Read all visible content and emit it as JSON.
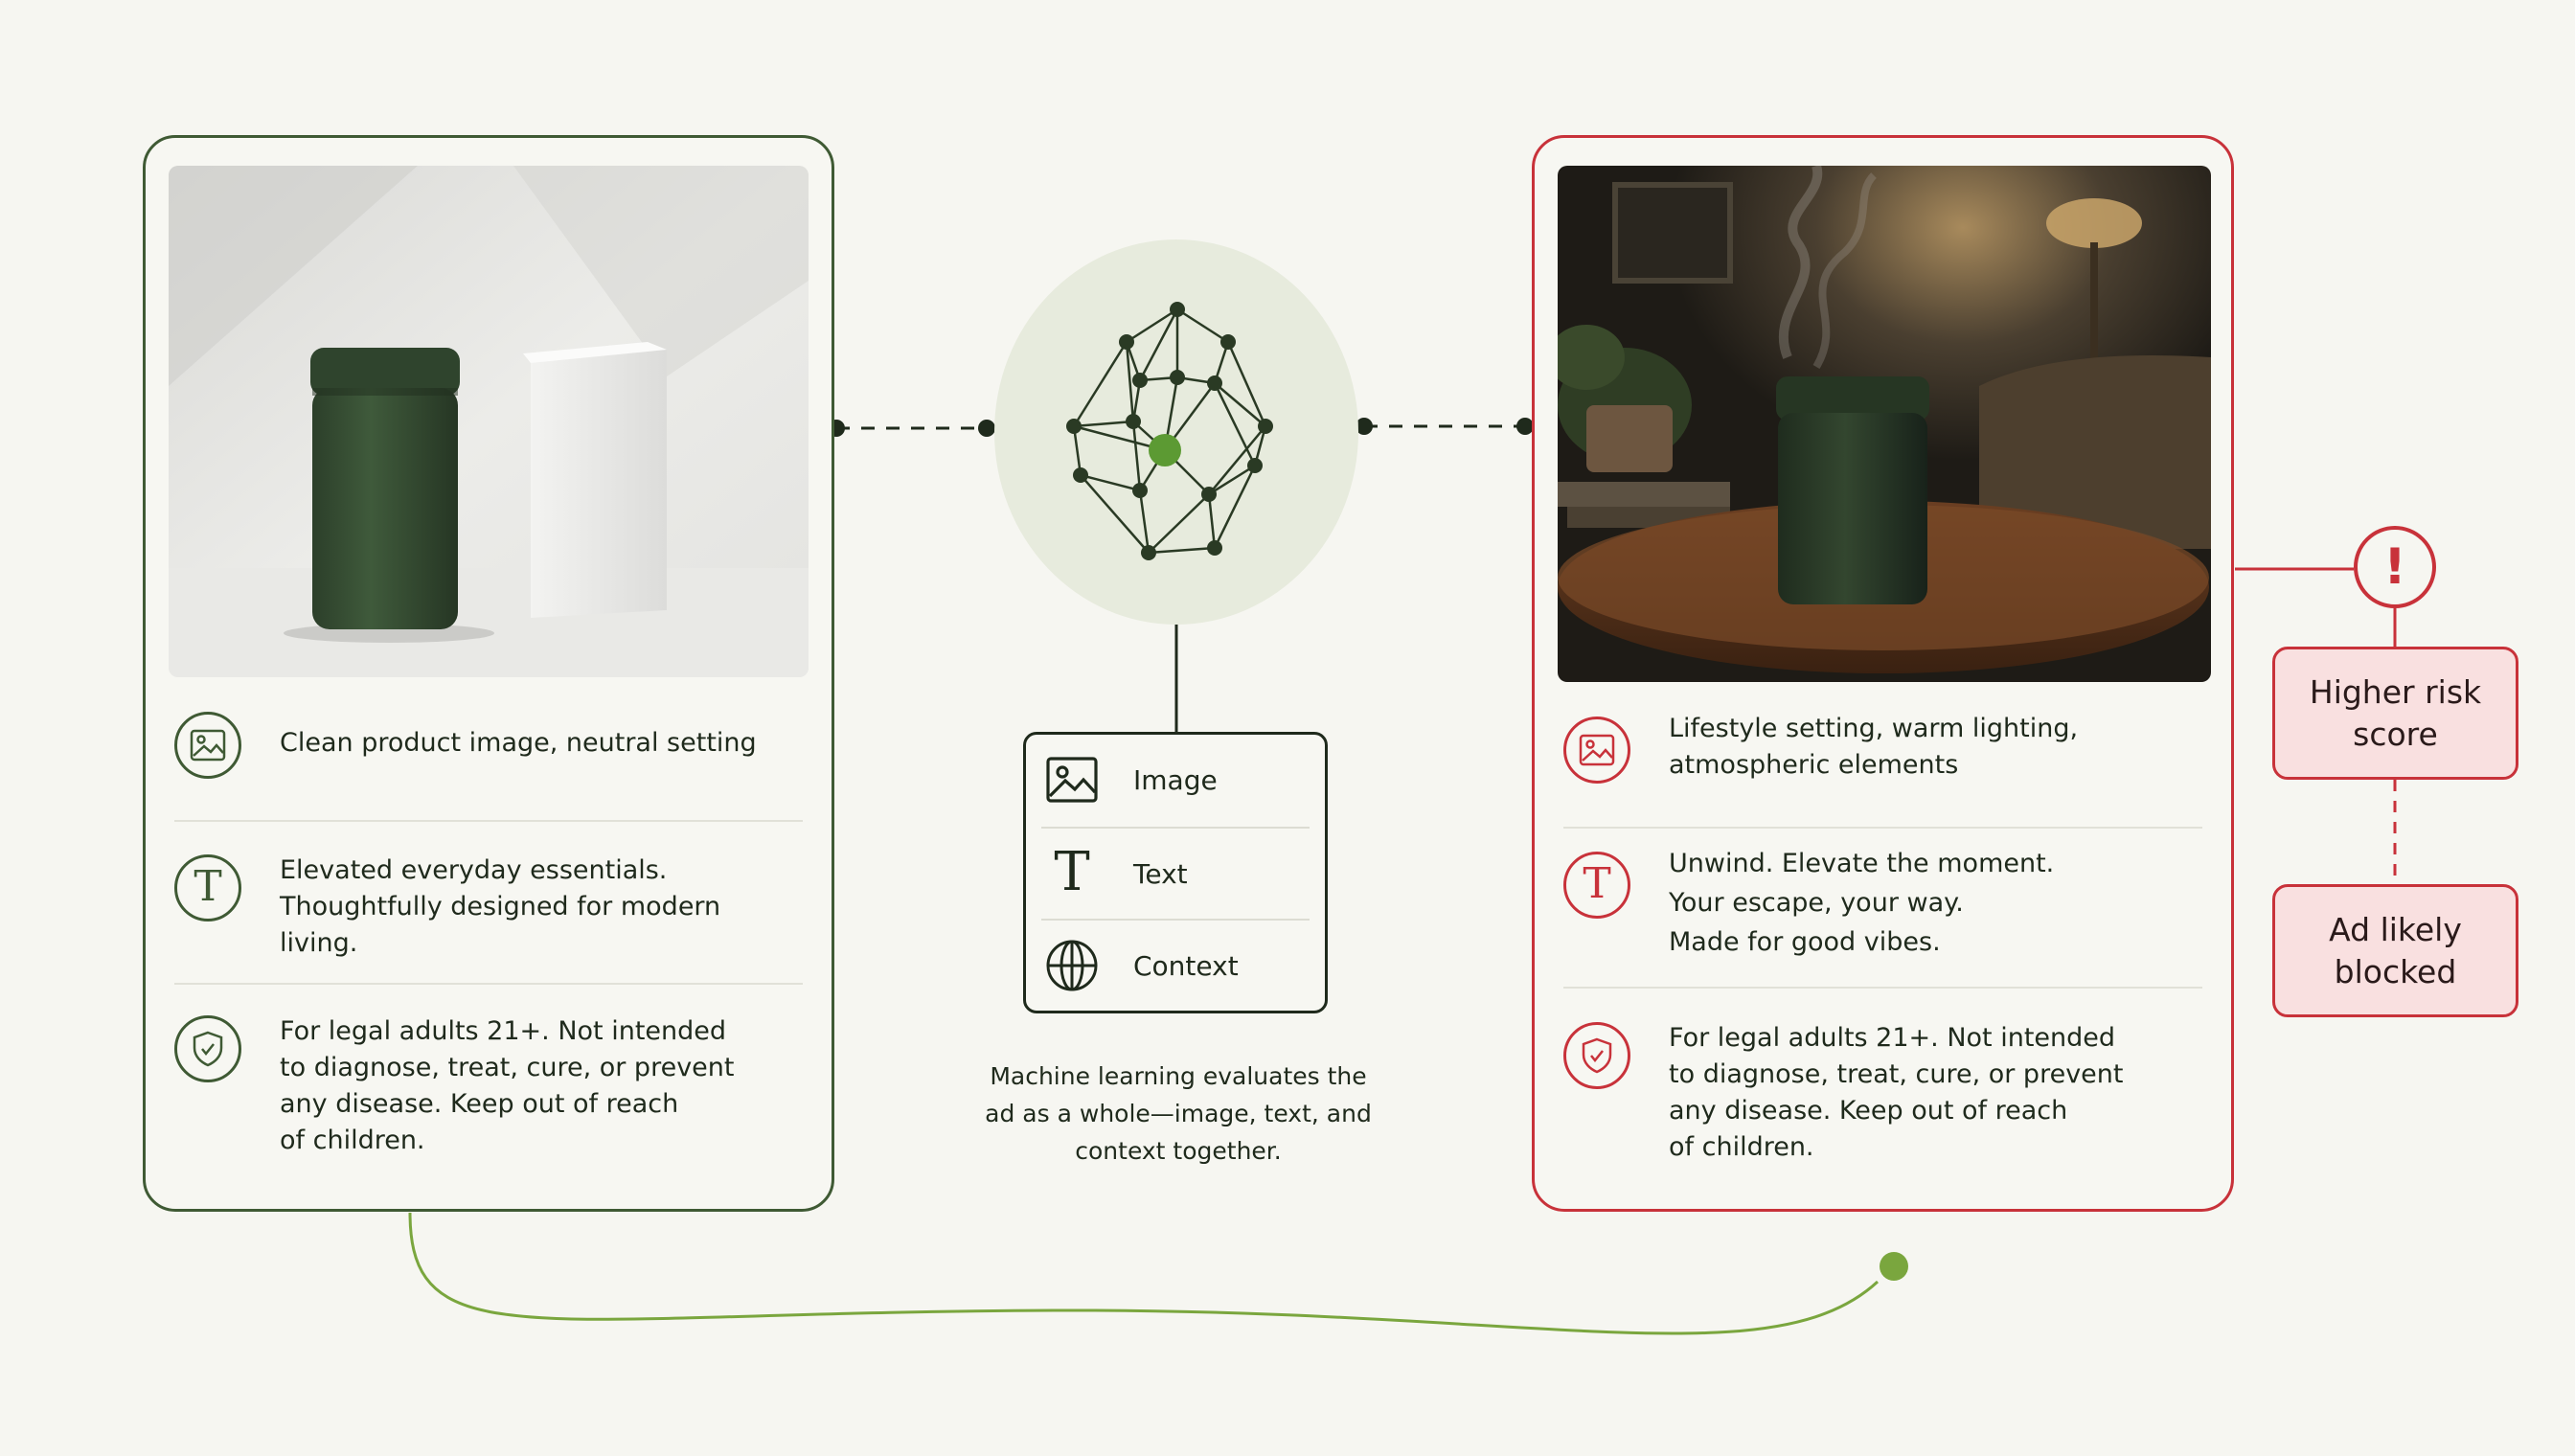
{
  "colors": {
    "safe": "#3f5a34",
    "risk": "#c8323a",
    "accent_green": "#7aa63e",
    "risk_fill": "#f9e0e0"
  },
  "left_card": {
    "rows": [
      {
        "icon": "image-icon",
        "text": "Clean product image, neutral setting"
      },
      {
        "icon": "text-icon",
        "text": "Elevated everyday essentials.\nThoughtfully designed for modern living."
      },
      {
        "icon": "shield-check-icon",
        "text": "For legal adults 21+. Not intended\nto diagnose, treat, cure, or prevent\nany disease. Keep out of reach\nof children."
      }
    ]
  },
  "center": {
    "modalities": [
      {
        "icon": "image-icon",
        "label": "Image"
      },
      {
        "icon": "text-icon",
        "label": "Text"
      },
      {
        "icon": "globe-icon",
        "label": "Context"
      }
    ],
    "caption": "Machine learning evaluates the\nad as a whole—image, text, and\ncontext together."
  },
  "right_card": {
    "rows": [
      {
        "icon": "image-icon",
        "text": "Lifestyle setting, warm lighting,\natmospheric elements"
      },
      {
        "icon": "text-icon",
        "text": "Unwind. Elevate the moment.\nYour escape, your way.\nMade for good vibes."
      },
      {
        "icon": "shield-check-icon",
        "text": "For legal adults 21+. Not intended\nto diagnose, treat, cure, or prevent\nany disease. Keep out of reach\nof children."
      }
    ]
  },
  "risk": {
    "alert_icon": "exclamation-icon",
    "score_label": "Higher risk\nscore",
    "outcome_label": "Ad likely\nblocked"
  }
}
